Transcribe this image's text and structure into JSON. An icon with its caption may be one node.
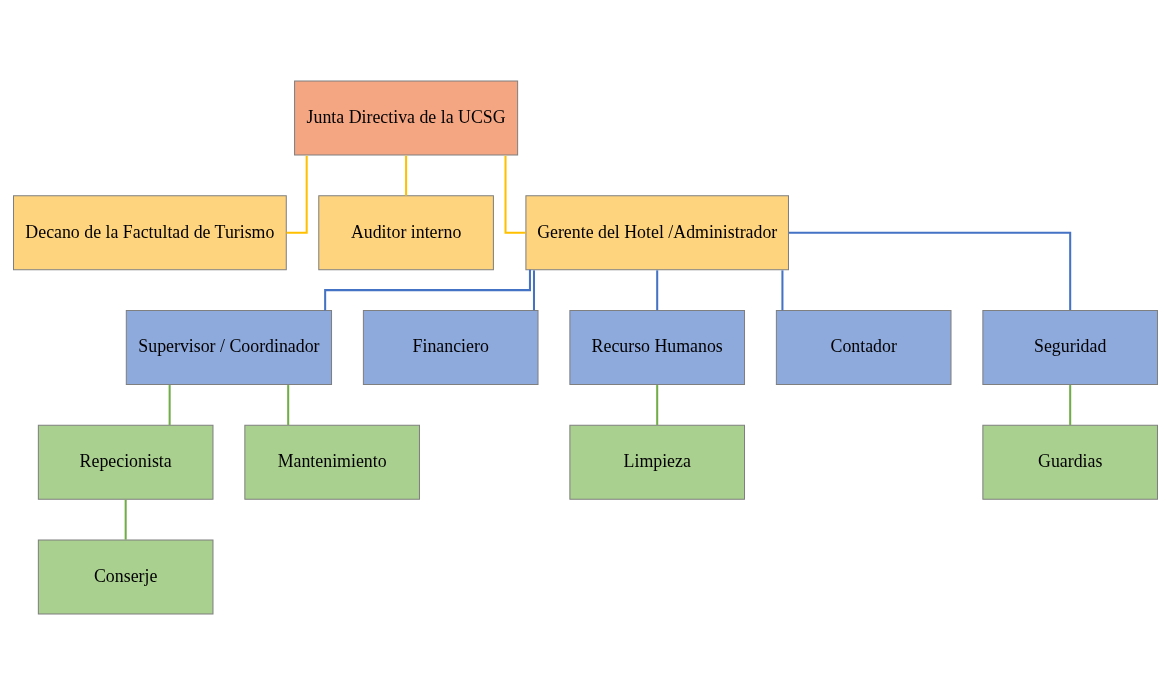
{
  "diagram": {
    "nodes": [
      {
        "text": [
          "Junta Directiva de la UCSG"
        ]
      },
      {
        "text": [
          "Decano de la Factultad de Turismo"
        ]
      },
      {
        "text": [
          "Auditor interno"
        ]
      },
      {
        "text": [
          "Gerente del Hotel /Administrador"
        ]
      },
      {
        "text": [
          "Supervisor / Coordinador"
        ]
      },
      {
        "text": [
          "Financiero"
        ]
      },
      {
        "text": [
          "Recurso Humanos"
        ]
      },
      {
        "text": [
          "Contador"
        ]
      },
      {
        "text": [
          "Seguridad"
        ]
      },
      {
        "text": [
          "Repecionista"
        ]
      },
      {
        "text": [
          "Mantenimiento"
        ]
      },
      {
        "text": [
          "Limpieza"
        ]
      },
      {
        "text": [
          "Guardias"
        ]
      },
      {
        "text": [
          "Conserje"
        ]
      }
    ],
    "edges": [
      {
        "from": 0,
        "to": 1,
        "arrow": "none",
        "color": "#ffc000"
      },
      {
        "from": 0,
        "to": 2,
        "arrow": "none",
        "color": "#ffc000"
      },
      {
        "from": 0,
        "to": 3,
        "arrow": "none",
        "color": "#ffc000"
      },
      {
        "from": 3,
        "to": 4,
        "arrow": "none",
        "color": "#4472c4"
      },
      {
        "from": 3,
        "to": 5,
        "arrow": "none",
        "color": "#4472c4"
      },
      {
        "from": 3,
        "to": 6,
        "arrow": "none",
        "color": "#4472c4"
      },
      {
        "from": 3,
        "to": 7,
        "arrow": "none",
        "color": "#4472c4"
      },
      {
        "from": 3,
        "to": 8,
        "arrow": "none",
        "color": "#4472c4"
      },
      {
        "from": 4,
        "to": 9,
        "arrow": "none",
        "color": "#70ad47"
      },
      {
        "from": 4,
        "to": 10,
        "arrow": "none",
        "color": "#70ad47"
      },
      {
        "from": 6,
        "to": 11,
        "arrow": "none",
        "color": "#70ad47"
      },
      {
        "from": 8,
        "to": 12,
        "arrow": "none",
        "color": "#70ad47"
      },
      {
        "from": 9,
        "to": 13,
        "arrow": "none",
        "color": "#70ad47"
      }
    ]
  }
}
